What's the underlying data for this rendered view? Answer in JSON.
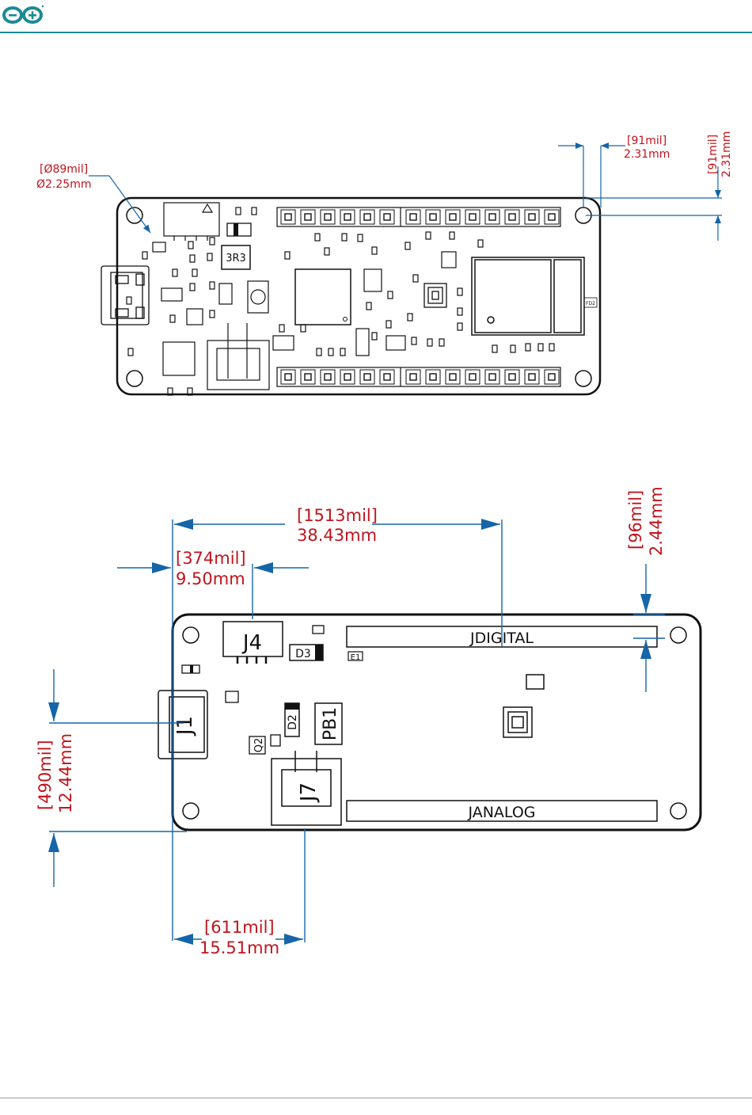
{
  "header": {
    "logo": "arduino-logo-icon"
  },
  "colors": {
    "accent": "#1a8a96",
    "dimension_line": "#1565a8",
    "dimension_text": "#c0141c",
    "outline": "#111111"
  },
  "top_view": {
    "pcb_labels": {
      "regulator": "3R3",
      "fiducial": "FD2"
    },
    "dimensions": {
      "hole_dia": {
        "mil": "[Ø89mil]",
        "mm": "Ø2.25mm"
      },
      "hole_offset_x": {
        "mil": "[91mil]",
        "mm": "2.31mm"
      },
      "hole_offset_y": {
        "mil": "[91mil]",
        "mm": "2.31mm"
      }
    }
  },
  "bottom_view": {
    "components": {
      "j4": "J4",
      "j1": "J1",
      "j7": "J7",
      "d2": "D2",
      "d3": "D3",
      "pb1": "PB1",
      "q2": "Q2",
      "e1": "E1",
      "jdigital": "JDIGITAL",
      "janalog": "JANALOG"
    },
    "dimensions": {
      "total_to_jdigital": {
        "mil": "[1513mil]",
        "mm": "38.43mm"
      },
      "j4_offset": {
        "mil": "[374mil]",
        "mm": "9.50mm"
      },
      "jdigital_offset": {
        "mil": "[96mil]",
        "mm": "2.44mm"
      },
      "j1_height": {
        "mil": "[490mil]",
        "mm": "12.44mm"
      },
      "j7_offset": {
        "mil": "[611mil]",
        "mm": "15.51mm"
      }
    }
  }
}
